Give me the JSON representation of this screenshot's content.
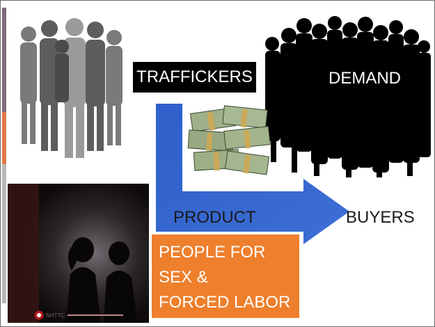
{
  "slide": {
    "traffickers_label": "TRAFFICKERS",
    "demand_label": "DEMAND",
    "product_label": "PRODUCT",
    "buyers_label": "BUYERS",
    "people_box": {
      "line1": "PEOPLE FOR",
      "line2": "SEX &",
      "line3": "FORCED LABOR"
    },
    "logo_text": "NHTTC"
  },
  "colors": {
    "arrow": "#2f5fc9",
    "people_box": "#ee7f2c",
    "traffickers_box": "#000000",
    "accent_bar_top": "#7d6b7e",
    "accent_bar_mid": "#e07a48"
  }
}
